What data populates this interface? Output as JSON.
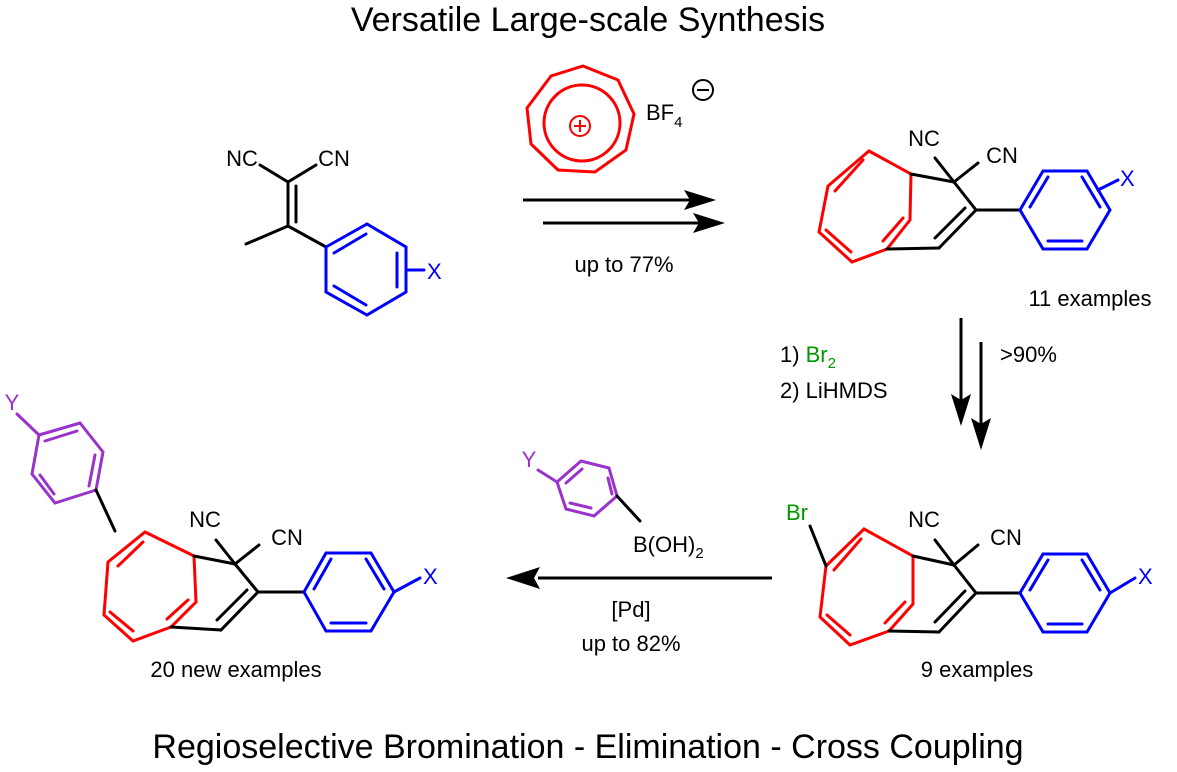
{
  "title": "Versatile Large-scale Synthesis",
  "footer": "Regioselective Bromination - Elimination - Cross Coupling",
  "colors": {
    "bond": "#000000",
    "ring7": "#ff0000",
    "aryl_x": "#0000ff",
    "aryl_y": "#9933cc",
    "bromine": "#009900"
  },
  "atoms": {
    "nc": "NC",
    "cn": "CN",
    "x": "X",
    "y": "Y",
    "br": "Br",
    "boronic": "B(OH)",
    "boronic_sub": "2",
    "bf": "BF",
    "bf_sub": "4",
    "minus": "−",
    "plus": "+"
  },
  "steps": {
    "step1_yield": "up to 77%",
    "step2_line1_num": "1)",
    "step2_line1_reagent": "Br",
    "step2_line1_sub": "2",
    "step2_line2": "2) LiHMDS",
    "step2_yield": ">90%",
    "step3_catalyst": "[Pd]",
    "step3_yield": "up to 82%"
  },
  "counts": {
    "product1": "11 examples",
    "product2": "9 examples",
    "product3": "20 new examples"
  }
}
